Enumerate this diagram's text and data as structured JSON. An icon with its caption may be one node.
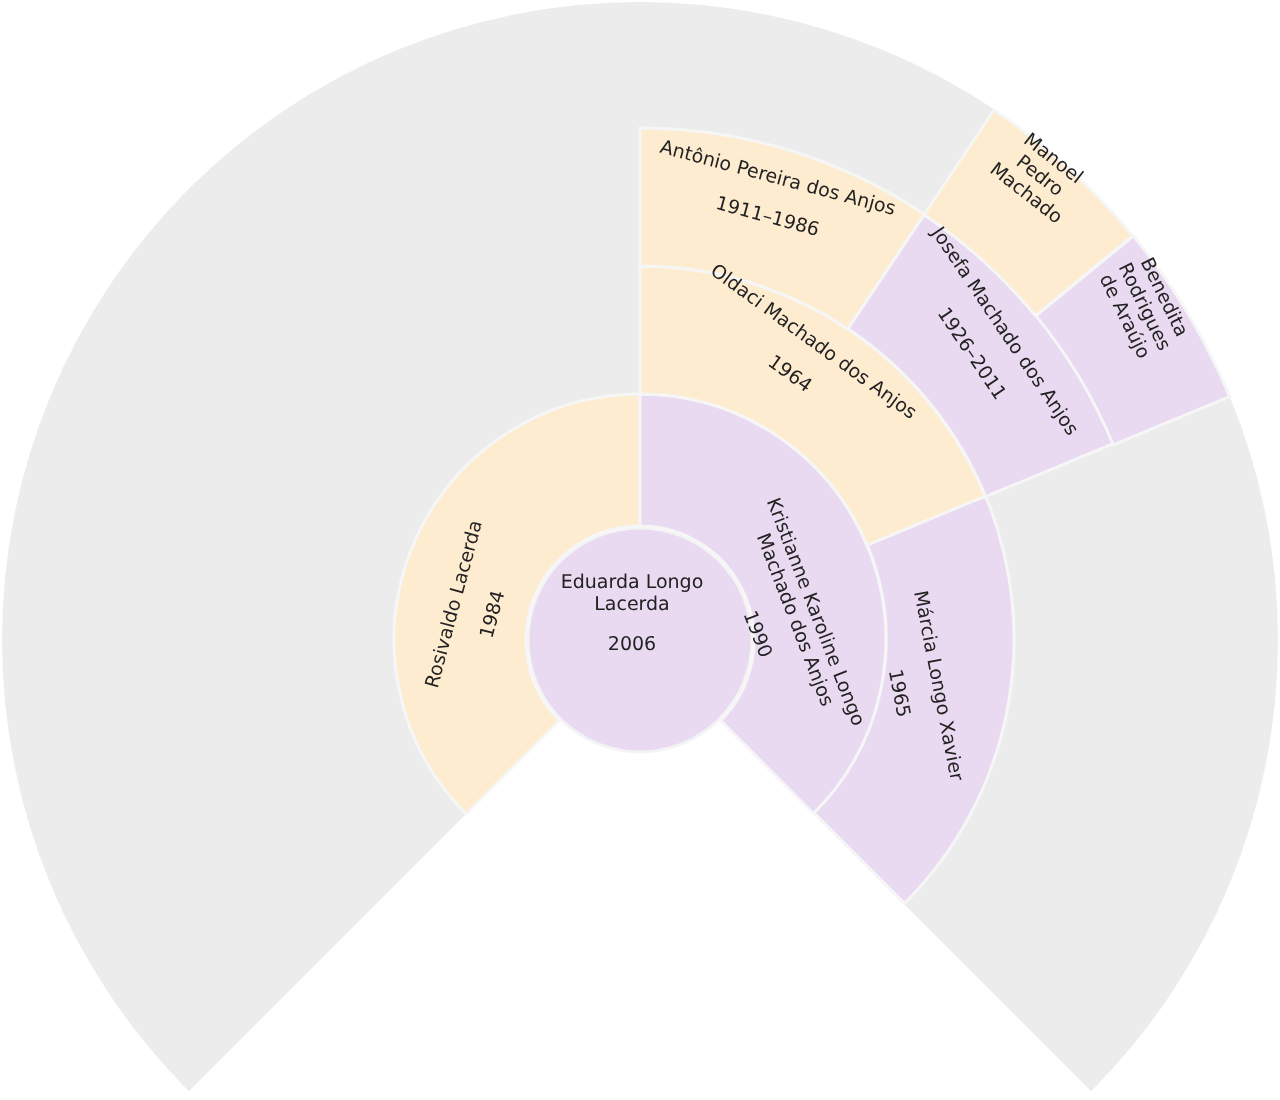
{
  "diagram": {
    "nodes": [
      {
        "text": [
          "Eduarda Longo Lacerda",
          "2006"
        ]
      },
      {
        "text": [
          "Rosivaldo Lacerda",
          "1984"
        ]
      },
      {
        "text": [
          "Kristianne Karoline Longo Machado dos Anjos",
          "1990"
        ]
      },
      {
        "text": [
          "Oldaci Machado dos Anjos",
          "1964"
        ]
      },
      {
        "text": [
          "Márcia Longo Xavier",
          "1965"
        ]
      },
      {
        "text": [
          "Antônio Pereira dos Anjos",
          "1911–1986"
        ]
      },
      {
        "text": [
          "Josefa Machado dos Anjos",
          "1926–2011"
        ]
      },
      {
        "text": [
          "Manoel Pedro Machado"
        ]
      },
      {
        "text": [
          "Benedita Rodrigues de Araújo"
        ]
      }
    ]
  }
}
